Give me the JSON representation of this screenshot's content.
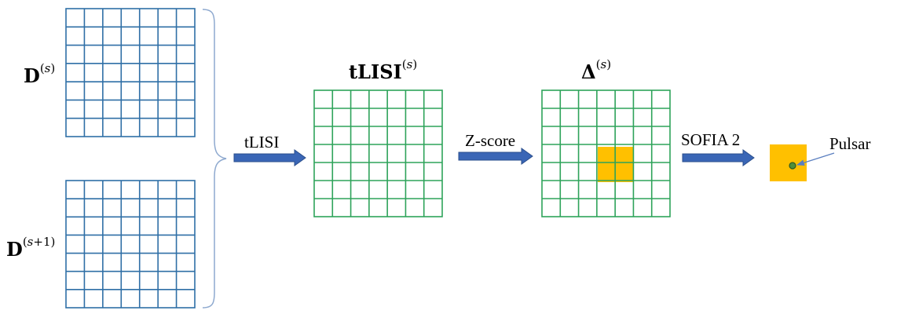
{
  "inputs": {
    "top_base": "D",
    "top_sup_open": "(",
    "top_sup_var": "s",
    "top_sup_close": ")",
    "bottom_base": "D",
    "bottom_sup_open": "(",
    "bottom_sup_var": "s",
    "bottom_sup_rest": "+1)"
  },
  "tlisi_panel": {
    "title_base": "tLISI",
    "sup_open": "(",
    "sup_var": "s",
    "sup_close": ")"
  },
  "delta_panel": {
    "title_base": "Δ",
    "sup_open": "(",
    "sup_var": "s",
    "sup_close": ")"
  },
  "steps": {
    "tlisi": "tLISI",
    "zscore": "Z-score",
    "sofia": "SOFIA 2"
  },
  "pulsar_label": "Pulsar",
  "colors": {
    "input_grid": "#2f6fa6",
    "output_grid": "#2ea35a",
    "arrow_fill": "#3a66b6",
    "arrow_stroke": "#2b4f8c",
    "highlight": "#ffc000",
    "brace": "#8ea9cf",
    "pulsar_dot": "#4f8f3a",
    "pulsar_pointer": "#5b7fc0"
  },
  "grid": {
    "rows": 7,
    "cols": 7
  }
}
